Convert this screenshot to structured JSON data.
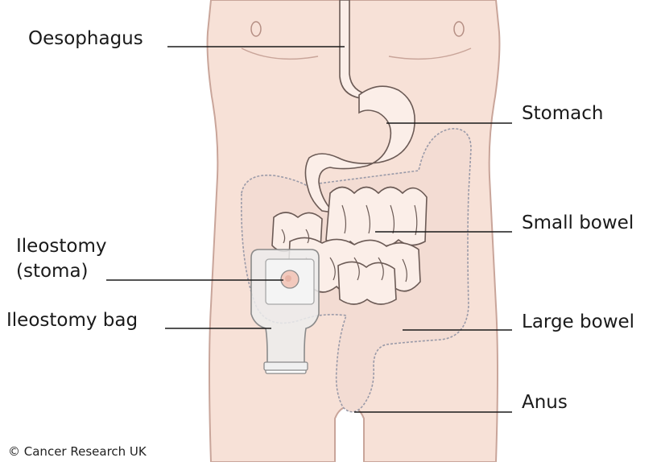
{
  "labels": {
    "oesophagus": "Oesophagus",
    "stomach": "Stomach",
    "small_bowel": "Small bowel",
    "ileostomy_line1": "Ileostomy",
    "ileostomy_line2": "(stoma)",
    "ileostomy_bag": "Ileostomy bag",
    "large_bowel": "Large bowel",
    "anus": "Anus"
  },
  "copyright": "© Cancer Research UK",
  "colors": {
    "skin": "#f7e1d7",
    "skin_outline": "#c9a59a",
    "organ": "#fbeee8",
    "organ_outline": "#6b5a55",
    "large_bowel_dash": "#9a9aa8",
    "bag": "#e9e9e9",
    "leader_line": "#1a1a1a"
  }
}
